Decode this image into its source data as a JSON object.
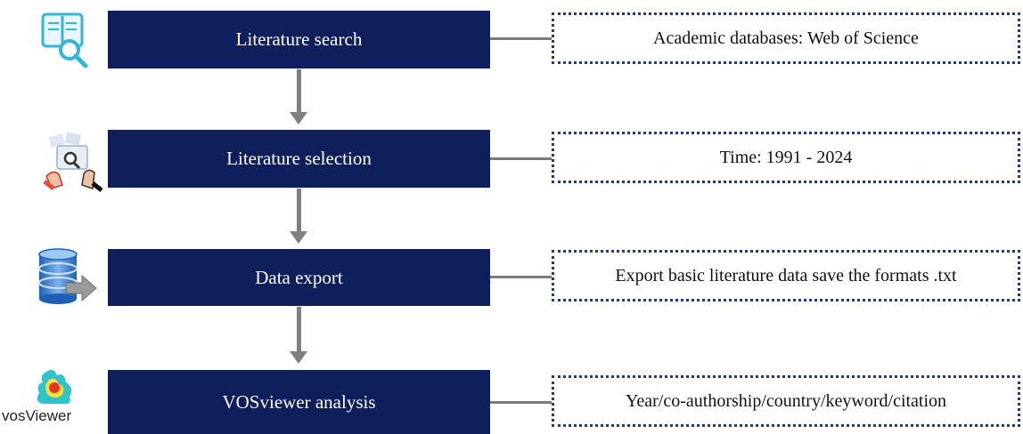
{
  "steps": [
    {
      "label": "Literature search",
      "icon": "book-search-icon"
    },
    {
      "label": "Literature selection",
      "icon": "hands-selection-icon"
    },
    {
      "label": "Data export",
      "icon": "database-export-icon"
    },
    {
      "label": "VOSviewer analysis",
      "icon": "vosviewer-logo-icon"
    }
  ],
  "notes": [
    "Academic databases: Web of Science",
    "Time: 1991 - 2024",
    "Export basic literature data save the formats .txt",
    "Year/co-authorship/country/keyword/citation"
  ],
  "vos_logo_text": "vosViewer",
  "colors": {
    "step_fill": "#0f1f5c",
    "note_border": "#233b7a",
    "connector": "#808080"
  }
}
